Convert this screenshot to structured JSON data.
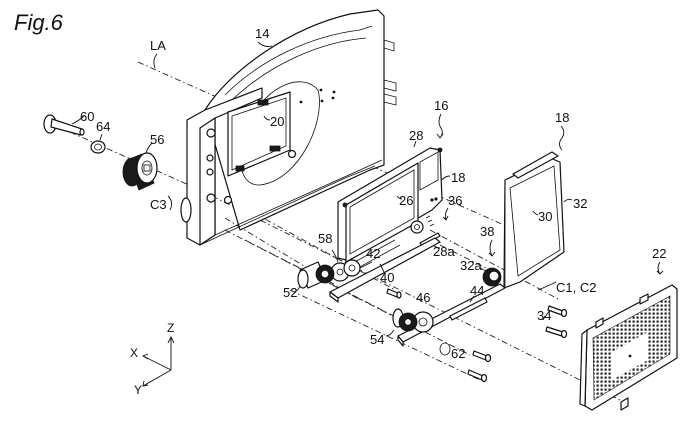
{
  "figure": {
    "title": "Fig.6",
    "axis_label": "LA",
    "coordinate_axes": {
      "x": "X",
      "y": "Y",
      "z": "Z"
    },
    "reference_labels": {
      "r14": "14",
      "r16": "16",
      "r18a": "18",
      "r18b": "18",
      "r20": "20",
      "r22": "22",
      "r26": "26",
      "r28": "28",
      "r28a": "28a",
      "r30": "30",
      "r32": "32",
      "r32a": "32a",
      "r34": "34",
      "r36": "36",
      "r38": "38",
      "r40": "40",
      "r42": "42",
      "r44": "44",
      "r46": "46",
      "r52": "52",
      "r54": "54",
      "r56": "56",
      "r58": "58",
      "r60": "60",
      "r62": "62",
      "r64": "64",
      "c3": "C3",
      "c1c2": "C1, C2"
    }
  }
}
